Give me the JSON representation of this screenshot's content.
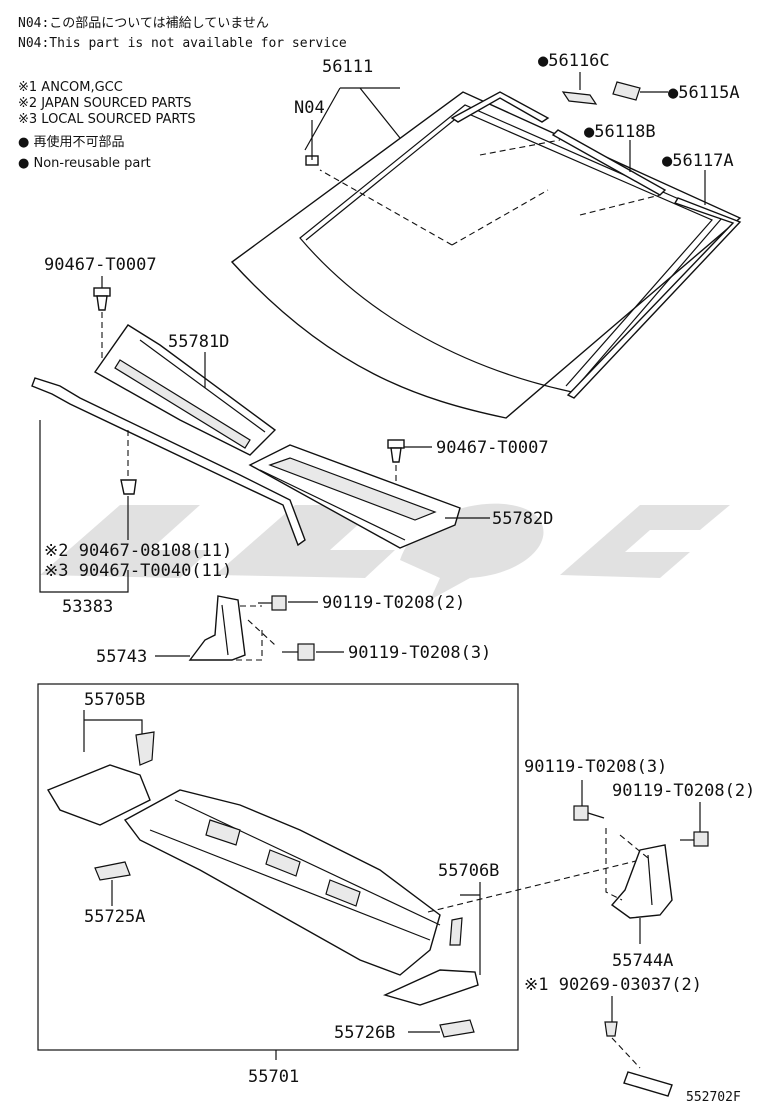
{
  "notes": {
    "n04_jp": "N04:この部品については補給していません",
    "n04_en": "N04:This part is not available for service",
    "legend1": "※1 ANCOM,GCC",
    "legend2": "※2 JAPAN SOURCED PARTS",
    "legend3": "※3 LOCAL SOURCED PARTS",
    "nonreuse_jp": "● 再使用不可部品",
    "nonreuse_en": "● Non-reusable part"
  },
  "parts": {
    "p56111": "56111",
    "n04": "N04",
    "p56116c": "●56116C",
    "p56115a": "●56115A",
    "p56118b": "●56118B",
    "p56117a": "●56117A",
    "p90467_t0007_a": "90467-T0007",
    "p55781d": "55781D",
    "p90467_t0007_b": "90467-T0007",
    "p55782d": "55782D",
    "p90467_08108": "※2 90467-08108(11)",
    "p90467_t0040": "※3 90467-T0040(11)",
    "p53383": "53383",
    "p90119_t0208_2a": "90119-T0208(2)",
    "p90119_t0208_3a": "90119-T0208(3)",
    "p55743": "55743",
    "p55705b": "55705B",
    "p55725a": "55725A",
    "p55706b": "55706B",
    "p55726b": "55726B",
    "p55701": "55701",
    "p90119_t0208_3b": "90119-T0208(3)",
    "p90119_t0208_2b": "90119-T0208(2)",
    "p55744a": "55744A",
    "p90269_03037": "※1 90269-03037(2)"
  },
  "figure_id": "552702F"
}
